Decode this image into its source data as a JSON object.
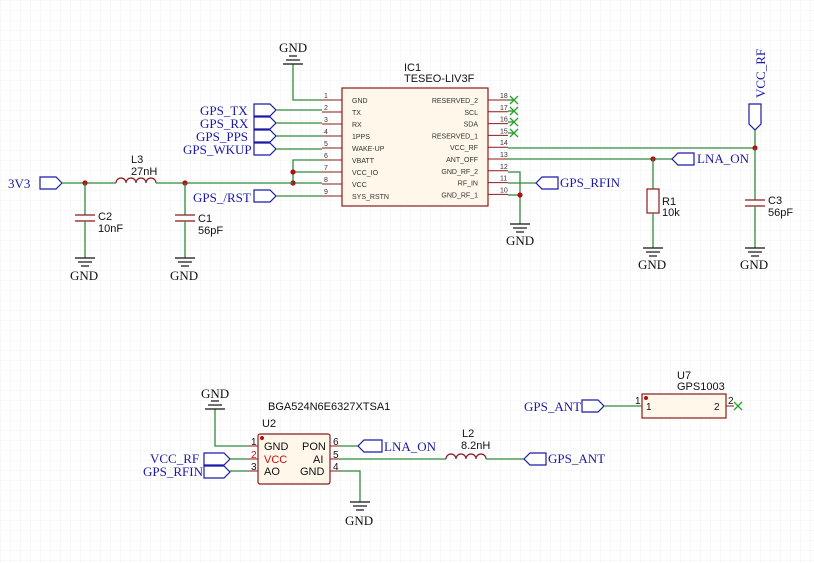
{
  "ic1": {
    "ref": "IC1",
    "part": "TESEO-LIV3F",
    "left_pins": [
      {
        "num": "1",
        "name": "GND"
      },
      {
        "num": "2",
        "name": "TX"
      },
      {
        "num": "3",
        "name": "RX"
      },
      {
        "num": "4",
        "name": "1PPS"
      },
      {
        "num": "5",
        "name": "WAKE-UP"
      },
      {
        "num": "6",
        "name": "VBATT"
      },
      {
        "num": "7",
        "name": "VCC_IO"
      },
      {
        "num": "8",
        "name": "VCC"
      },
      {
        "num": "9",
        "name": "SYS_RSTN"
      }
    ],
    "right_pins": [
      {
        "num": "18",
        "name": "RESERVED_2"
      },
      {
        "num": "17",
        "name": "SCL"
      },
      {
        "num": "16",
        "name": "SDA"
      },
      {
        "num": "15",
        "name": "RESERVED_1"
      },
      {
        "num": "14",
        "name": "VCC_RF"
      },
      {
        "num": "13",
        "name": "ANT_OFF"
      },
      {
        "num": "12",
        "name": "GND_RF_2"
      },
      {
        "num": "11",
        "name": "RF_IN"
      },
      {
        "num": "10",
        "name": "GND_RF_1"
      }
    ]
  },
  "u2": {
    "ref": "U2",
    "part": "BGA524N6E6327XTSA1",
    "left_pins": [
      {
        "num": "1",
        "name": "GND"
      },
      {
        "num": "2",
        "name": "VCC"
      },
      {
        "num": "3",
        "name": "AO"
      }
    ],
    "right_pins": [
      {
        "num": "6",
        "name": "PON"
      },
      {
        "num": "5",
        "name": "AI"
      },
      {
        "num": "4",
        "name": "GND"
      }
    ]
  },
  "u7": {
    "ref": "U7",
    "part": "GPS1003",
    "pin1": "1",
    "pin2": "2",
    "pin1_inner": "1",
    "pin2_inner": "2"
  },
  "passives": {
    "l3": {
      "ref": "L3",
      "value": "27nH"
    },
    "l2": {
      "ref": "L2",
      "value": "8.2nH"
    },
    "c2": {
      "ref": "C2",
      "value": "10nF"
    },
    "c1": {
      "ref": "C1",
      "value": "56pF"
    },
    "c3": {
      "ref": "C3",
      "value": "56pF"
    },
    "r1": {
      "ref": "R1",
      "value": "10k"
    }
  },
  "nets": {
    "gps_tx": "GPS_TX",
    "gps_rx": "GPS_RX",
    "gps_pps": "GPS_PPS",
    "gps_wkup": "GPS_WKUP",
    "gps_rst": "GPS_/RST",
    "gps_rfin": "GPS_RFIN",
    "lna_on": "LNA_ON",
    "vcc_rf": "VCC_RF",
    "v3v3": "3V3",
    "gps_ant": "GPS_ANT",
    "gnd": "GND"
  },
  "colors": {
    "wire": "#2e8b3a",
    "component": "#8b1a1a",
    "net_label": "#1a1aa6",
    "junction": "#b01010",
    "no_connect": "#2aa52a"
  }
}
